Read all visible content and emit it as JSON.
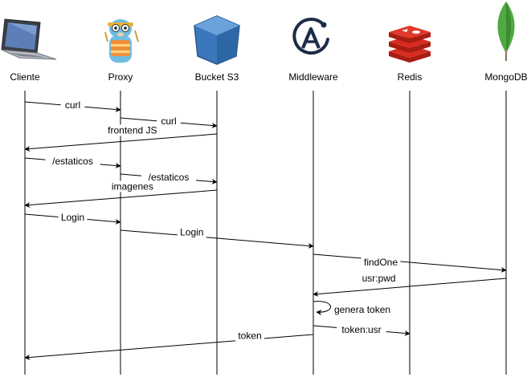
{
  "participants": [
    {
      "id": "cliente",
      "label": "Cliente",
      "icon": "laptop-icon"
    },
    {
      "id": "proxy",
      "label": "Proxy",
      "icon": "gopher-mascot-icon"
    },
    {
      "id": "bucket",
      "label": "Bucket S3",
      "icon": "s3-bucket-icon"
    },
    {
      "id": "middleware",
      "label": "Middleware",
      "icon": "arc-a-logo-icon"
    },
    {
      "id": "redis",
      "label": "Redis",
      "icon": "redis-logo-icon"
    },
    {
      "id": "mongodb",
      "label": "MongoDB",
      "icon": "mongodb-leaf-icon"
    }
  ],
  "messages": [
    {
      "from": "cliente",
      "to": "proxy",
      "label": "curl"
    },
    {
      "from": "proxy",
      "to": "bucket",
      "label": "curl"
    },
    {
      "from": "bucket",
      "to": "cliente",
      "label": "frontend JS"
    },
    {
      "from": "cliente",
      "to": "proxy",
      "label": "/estaticos"
    },
    {
      "from": "proxy",
      "to": "bucket",
      "label": "/estaticos"
    },
    {
      "from": "bucket",
      "to": "cliente",
      "label": "imagenes"
    },
    {
      "from": "cliente",
      "to": "proxy",
      "label": "Login"
    },
    {
      "from": "proxy",
      "to": "middleware",
      "label": "Login"
    },
    {
      "from": "middleware",
      "to": "mongodb",
      "label": "findOne"
    },
    {
      "from": "mongodb",
      "to": "middleware",
      "label": "usr:pwd"
    },
    {
      "from": "middleware",
      "to": "middleware",
      "label": "genera token"
    },
    {
      "from": "middleware",
      "to": "redis",
      "label": "token:usr"
    },
    {
      "from": "middleware",
      "to": "cliente",
      "label": "token"
    }
  ],
  "colors": {
    "line": "#000000",
    "s3_blue": "#4a86c8",
    "redis_red": "#d82c20",
    "mongo_green": "#4faa41",
    "middleware_navy": "#1e2b48"
  }
}
